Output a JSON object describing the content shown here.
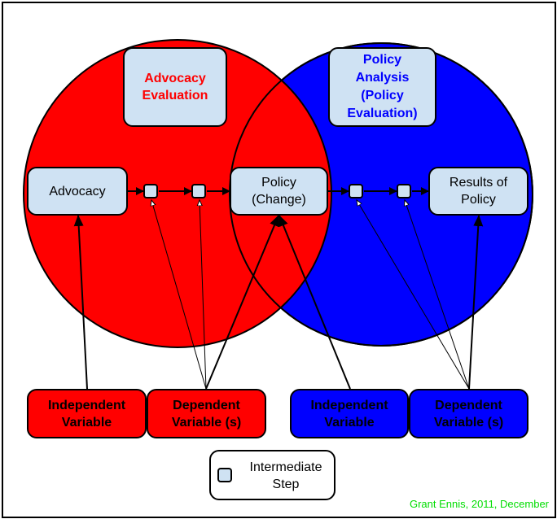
{
  "diagram": {
    "colors": {
      "advocacy_circle": "#ff0000",
      "policy_circle": "#0000ff",
      "node_fill": "#cfe2f3",
      "credit_text": "#00dd00"
    },
    "circles": [
      {
        "id": "advocacy-evaluation-circle",
        "label": "Advocacy\nEvaluation",
        "color": "#ff0000"
      },
      {
        "id": "policy-analysis-circle",
        "label": "Policy\nAnalysis\n(Policy\nEvaluation)",
        "color": "#0000ff"
      }
    ],
    "nodes": {
      "advocacy": "Advocacy",
      "policy_change": "Policy\n(Change)",
      "results_of_policy": "Results of\nPolicy"
    },
    "variables": {
      "left_independent": "Independent\nVariable",
      "left_dependent": "Dependent\nVariable (s)",
      "right_independent": "Independent\nVariable",
      "right_dependent": "Dependent\nVariable (s)"
    },
    "legend": {
      "icon": "intermediate-step-square",
      "label": "Intermediate\nStep"
    },
    "credit": "Grant Ennis, 2011, December",
    "flow": [
      "Advocacy",
      "Intermediate Step",
      "Intermediate Step",
      "Policy (Change)",
      "Intermediate Step",
      "Intermediate Step",
      "Results of Policy"
    ],
    "edges": [
      {
        "from": "Independent Variable (left)",
        "to": "Advocacy"
      },
      {
        "from": "Dependent Variable (s) (left)",
        "to": "Intermediate Step 1"
      },
      {
        "from": "Dependent Variable (s) (left)",
        "to": "Intermediate Step 2"
      },
      {
        "from": "Dependent Variable (s) (left)",
        "to": "Policy (Change)"
      },
      {
        "from": "Independent Variable (right)",
        "to": "Policy (Change)"
      },
      {
        "from": "Dependent Variable (s) (right)",
        "to": "Intermediate Step 3"
      },
      {
        "from": "Dependent Variable (s) (right)",
        "to": "Intermediate Step 4"
      },
      {
        "from": "Dependent Variable (s) (right)",
        "to": "Results of Policy"
      }
    ]
  }
}
